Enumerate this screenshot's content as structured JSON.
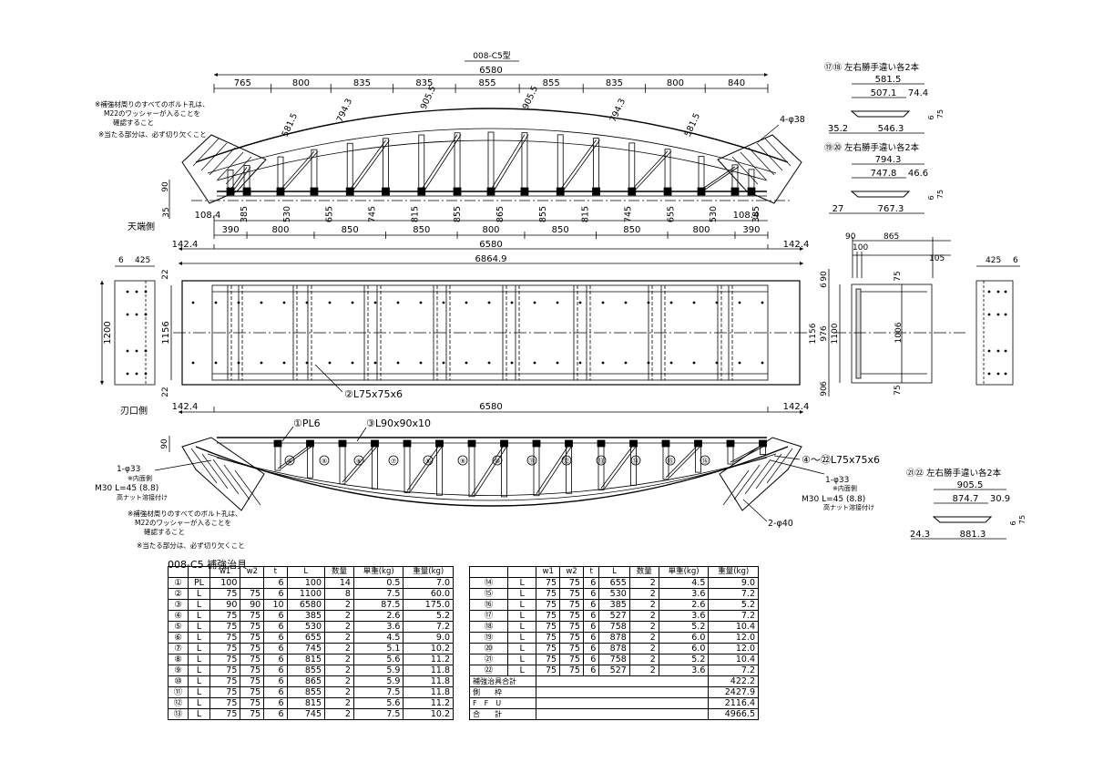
{
  "sheet": {
    "drawing_code": "008-C5型",
    "table_title": "008-C5  補強治具",
    "side_top": "天端側",
    "side_bottom": "刃口側"
  },
  "top_view": {
    "overall": "6580",
    "upper_dims": [
      "765",
      "800",
      "835",
      "835",
      "855",
      "855",
      "835",
      "800",
      "840"
    ],
    "diag_labels": [
      "581.5",
      "794.3",
      "905.5",
      "905.5",
      "794.3",
      "581.5"
    ],
    "vert_labels": [
      "385",
      "530",
      "655",
      "745",
      "815",
      "855",
      "865",
      "855",
      "815",
      "745",
      "655",
      "530",
      "385"
    ],
    "lower_dims": [
      "390",
      "800",
      "850",
      "850",
      "800",
      "850",
      "850",
      "800",
      "390"
    ],
    "ends": [
      "108.4",
      "108.4"
    ],
    "left_dims": [
      "90",
      "35"
    ],
    "hole_label": "4-φ38",
    "note1_a": "※補強材周りのすべてのボルト孔は、",
    "note1_b": "M22のワッシャーが入ることを",
    "note1_c": "確認すること",
    "note2": "※当たる部分は、必ず切り欠くこと"
  },
  "plan_view": {
    "side_margins": [
      "142.4",
      "142.4"
    ],
    "overall": "6580",
    "total": "6864.9",
    "height_outer": "1200",
    "height_inner": "1156",
    "edges": [
      "22",
      "22"
    ],
    "left_end_dims": [
      "6",
      "425"
    ],
    "right_end_dims": [
      "425",
      "6"
    ],
    "member_label": "②L75x75x6"
  },
  "section_view": {
    "top_dims": [
      "90",
      "100",
      "865",
      "105"
    ],
    "left_dims": [
      "90",
      "6",
      "1156",
      "976",
      "1100",
      "6",
      "90"
    ],
    "right_dims": [
      "75",
      "1006",
      "75"
    ]
  },
  "bottom_view": {
    "side_margins": [
      "142.4",
      "142.4"
    ],
    "overall": "6580",
    "left_dim": "90",
    "pl_label": "①PL6",
    "l90_label": "③L90x90x10",
    "l75_label": "④〜㉒L75x75x6",
    "bolt_l_a": "1-φ33",
    "bolt_l_b": "M30 L=45 (8.8)",
    "bolt_l_c": "※内面側",
    "bolt_l_d": "高ナット溶接付け",
    "bolt_r_a": "1-φ33",
    "bolt_r_b": "M30 L=45 (8.8)",
    "bolt_r_c": "※内面側",
    "bolt_r_d": "高ナット溶接付け",
    "hole_label": "2-φ40",
    "note1_a": "※補強材周りのすべてのボルト孔は、",
    "note1_b": "M22のワッシャーが入ることを",
    "note1_c": "確認すること",
    "note2": "※当たる部分は、必ず切り欠くこと",
    "circle_marks": [
      "④",
      "⑤",
      "⑥",
      "⑦",
      "⑧",
      "⑨",
      "⑩",
      "⑪",
      "⑫",
      "⑬",
      "⑭",
      "⑮",
      "⑯"
    ]
  },
  "details": [
    {
      "title": "⑰⑱ 左右勝手違い各2本",
      "top": "581.5",
      "mid": "507.1",
      "mid_r": "74.4",
      "bot_l": "35.2",
      "bot": "546.3",
      "t": "6",
      "h": "75"
    },
    {
      "title": "⑲⑳ 左右勝手違い各2本",
      "top": "794.3",
      "mid": "747.8",
      "mid_r": "46.6",
      "bot_l": "27",
      "bot": "767.3",
      "t": "6",
      "h": "75"
    },
    {
      "title": "㉑㉒ 左右勝手違い各2本",
      "top": "905.5",
      "mid": "874.7",
      "mid_r": "30.9",
      "bot_l": "24.3",
      "bot": "881.3",
      "t": "6",
      "h": "75"
    }
  ],
  "table": {
    "headers": [
      "",
      "",
      "w1",
      "w2",
      "t",
      "L",
      "数量",
      "単重(kg)",
      "重量(kg)"
    ],
    "left_rows": [
      [
        "①",
        "PL",
        "100",
        "",
        "6",
        "100",
        "14",
        "0.5",
        "7.0"
      ],
      [
        "②",
        "L",
        "75",
        "75",
        "6",
        "1100",
        "8",
        "7.5",
        "60.0"
      ],
      [
        "③",
        "L",
        "90",
        "90",
        "10",
        "6580",
        "2",
        "87.5",
        "175.0"
      ],
      [
        "④",
        "L",
        "75",
        "75",
        "6",
        "385",
        "2",
        "2.6",
        "5.2"
      ],
      [
        "⑤",
        "L",
        "75",
        "75",
        "6",
        "530",
        "2",
        "3.6",
        "7.2"
      ],
      [
        "⑥",
        "L",
        "75",
        "75",
        "6",
        "655",
        "2",
        "4.5",
        "9.0"
      ],
      [
        "⑦",
        "L",
        "75",
        "75",
        "6",
        "745",
        "2",
        "5.1",
        "10.2"
      ],
      [
        "⑧",
        "L",
        "75",
        "75",
        "6",
        "815",
        "2",
        "5.6",
        "11.2"
      ],
      [
        "⑨",
        "L",
        "75",
        "75",
        "6",
        "855",
        "2",
        "5.9",
        "11.8"
      ],
      [
        "⑩",
        "L",
        "75",
        "75",
        "6",
        "865",
        "2",
        "5.9",
        "11.8"
      ],
      [
        "⑪",
        "L",
        "75",
        "75",
        "6",
        "855",
        "2",
        "7.5",
        "11.8"
      ],
      [
        "⑫",
        "L",
        "75",
        "75",
        "6",
        "815",
        "2",
        "5.6",
        "11.2"
      ],
      [
        "⑬",
        "L",
        "75",
        "75",
        "6",
        "745",
        "2",
        "7.5",
        "10.2"
      ]
    ],
    "right_rows": [
      [
        "⑭",
        "L",
        "75",
        "75",
        "6",
        "655",
        "2",
        "4.5",
        "9.0"
      ],
      [
        "⑮",
        "L",
        "75",
        "75",
        "6",
        "530",
        "2",
        "3.6",
        "7.2"
      ],
      [
        "⑯",
        "L",
        "75",
        "75",
        "6",
        "385",
        "2",
        "2.6",
        "5.2"
      ],
      [
        "⑰",
        "L",
        "75",
        "75",
        "6",
        "527",
        "2",
        "3.6",
        "7.2"
      ],
      [
        "⑱",
        "L",
        "75",
        "75",
        "6",
        "758",
        "2",
        "5.2",
        "10.4"
      ],
      [
        "⑲",
        "L",
        "75",
        "75",
        "6",
        "878",
        "2",
        "6.0",
        "12.0"
      ],
      [
        "⑳",
        "L",
        "75",
        "75",
        "6",
        "878",
        "2",
        "6.0",
        "12.0"
      ],
      [
        "㉑",
        "L",
        "75",
        "75",
        "6",
        "758",
        "2",
        "5.2",
        "10.4"
      ],
      [
        "㉒",
        "L",
        "75",
        "75",
        "6",
        "527",
        "2",
        "3.6",
        "7.2"
      ]
    ],
    "summary": [
      [
        "補強治具合計",
        "422.2"
      ],
      [
        "側　　枠",
        "2427.9"
      ],
      [
        "F　F　U",
        "2116.4"
      ],
      [
        "合　　計",
        "4966.5"
      ]
    ]
  }
}
